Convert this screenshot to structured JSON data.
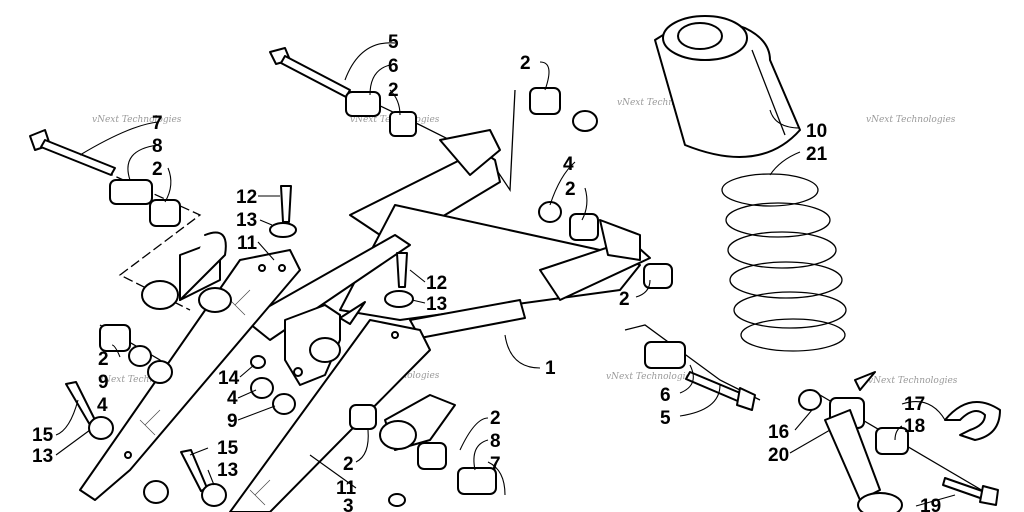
{
  "watermark": "vNext Technologies",
  "callouts": [
    {
      "id": "c1",
      "text": "1"
    },
    {
      "id": "c2a",
      "text": "2"
    },
    {
      "id": "c2b",
      "text": "2"
    },
    {
      "id": "c2c",
      "text": "2"
    },
    {
      "id": "c2d",
      "text": "2"
    },
    {
      "id": "c2e",
      "text": "2"
    },
    {
      "id": "c2f",
      "text": "2"
    },
    {
      "id": "c2g",
      "text": "2"
    },
    {
      "id": "c2h",
      "text": "2"
    },
    {
      "id": "c3",
      "text": "3"
    },
    {
      "id": "c4a",
      "text": "4"
    },
    {
      "id": "c4b",
      "text": "4"
    },
    {
      "id": "c4c",
      "text": "4"
    },
    {
      "id": "c5a",
      "text": "5"
    },
    {
      "id": "c5b",
      "text": "5"
    },
    {
      "id": "c6a",
      "text": "6"
    },
    {
      "id": "c6b",
      "text": "6"
    },
    {
      "id": "c7a",
      "text": "7"
    },
    {
      "id": "c7b",
      "text": "7"
    },
    {
      "id": "c8a",
      "text": "8"
    },
    {
      "id": "c8b",
      "text": "8"
    },
    {
      "id": "c9a",
      "text": "9"
    },
    {
      "id": "c9b",
      "text": "9"
    },
    {
      "id": "c10",
      "text": "10"
    },
    {
      "id": "c11a",
      "text": "11"
    },
    {
      "id": "c11b",
      "text": "11"
    },
    {
      "id": "c12a",
      "text": "12"
    },
    {
      "id": "c12b",
      "text": "12"
    },
    {
      "id": "c13a",
      "text": "13"
    },
    {
      "id": "c13b",
      "text": "13"
    },
    {
      "id": "c13c",
      "text": "13"
    },
    {
      "id": "c13d",
      "text": "13"
    },
    {
      "id": "c14",
      "text": "14"
    },
    {
      "id": "c15a",
      "text": "15"
    },
    {
      "id": "c15b",
      "text": "15"
    },
    {
      "id": "c16",
      "text": "16"
    },
    {
      "id": "c17",
      "text": "17"
    },
    {
      "id": "c18",
      "text": "18"
    },
    {
      "id": "c19",
      "text": "19"
    },
    {
      "id": "c20",
      "text": "20"
    },
    {
      "id": "c21",
      "text": "21"
    }
  ]
}
